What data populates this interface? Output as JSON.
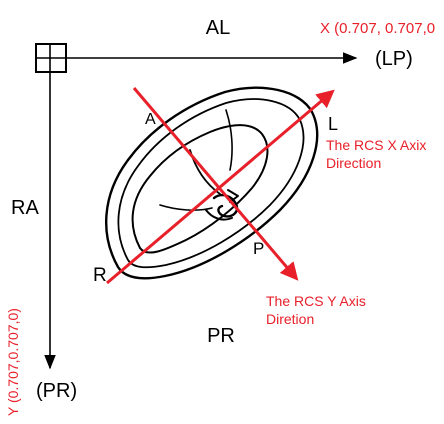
{
  "diagram": {
    "labels": {
      "top_al": "AL",
      "left_ra": "RA",
      "right_lp": "(LP)",
      "bottom_pr": "(PR)",
      "center_pr": "PR",
      "x_vector": "X (0.707, 0.707,0",
      "y_vector": "Y (0.707,0.707,0)",
      "heart_a": "A",
      "heart_l": "L",
      "heart_p": "P",
      "heart_r": "R",
      "rcs_x_line1": "The RCS X Axix",
      "rcs_x_line2": "Direction",
      "rcs_y_line1": "The RCS Y Axis",
      "rcs_y_line2": "Diretion"
    },
    "colors": {
      "axes": "#000000",
      "rcs_arrows": "#e8202a",
      "outline": "#000000"
    }
  }
}
